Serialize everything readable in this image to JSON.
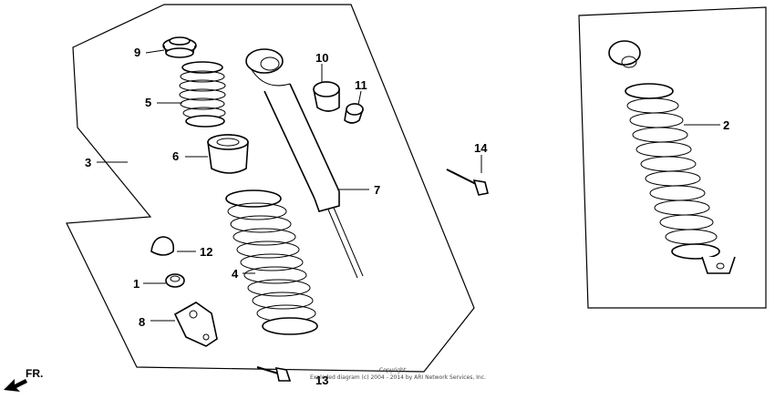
{
  "callouts": {
    "c1": "1",
    "c2": "2",
    "c3": "3",
    "c4": "4",
    "c5": "5",
    "c6": "6",
    "c7": "7",
    "c8": "8",
    "c9": "9",
    "c10": "10",
    "c11": "11",
    "c12": "12",
    "c13": "13",
    "c14": "14"
  },
  "direction_label": "FR.",
  "copyright": {
    "line1": "Copyright",
    "line2": "Exploded diagram (c) 2004 - 2014 by ARI Network Services, Inc."
  }
}
